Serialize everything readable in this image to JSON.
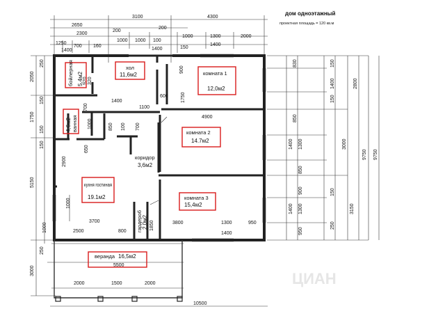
{
  "header": {
    "title": "дом одноэтажный",
    "subtitle": "проектная площадь = 120 кв.м"
  },
  "rooms": {
    "boiler": {
      "name": "бойлерная",
      "area": "5,4м2"
    },
    "bath": {
      "name": "ванная",
      "area": "4,6м2"
    },
    "hall": {
      "name": "хол",
      "area": "11,6м2"
    },
    "room1": {
      "name": "комната 1",
      "area": "12,0м2"
    },
    "room2": {
      "name": "комната 2",
      "area": "14.7м2"
    },
    "room3": {
      "name": "комната 3",
      "area": "15,4м2"
    },
    "corridor": {
      "name": "коридор",
      "area": "3,6м2"
    },
    "kitchen": {
      "name": "кухня гостиная",
      "area": "19.1м2"
    },
    "wardrobe": {
      "name": "гардероб",
      "area": "2,0м2"
    },
    "veranda": {
      "name": "веранда",
      "area": "16,5м2"
    }
  },
  "dims_top": [
    "2650",
    "3100",
    "4300",
    "2300",
    "200",
    "200",
    "1250",
    "700",
    "160",
    "1000",
    "1000",
    "1400",
    "100",
    "1000",
    "1300",
    "2000",
    "1400",
    "150",
    "1400",
    "1400"
  ],
  "dims_inner": [
    "920",
    "320",
    "900",
    "1750",
    "600",
    "1400",
    "1100",
    "4900",
    "700",
    "1000",
    "850",
    "100",
    "700",
    "650",
    "2900",
    "1000",
    "3700",
    "2500",
    "800",
    "1850",
    "3800",
    "1300",
    "950",
    "1400",
    "1000"
  ],
  "dims_left": [
    "250",
    "2050",
    "150",
    "1750",
    "150",
    "150",
    "5150",
    "250",
    "3000"
  ],
  "dims_right": [
    "830",
    "150",
    "1400",
    "2800",
    "150",
    "850",
    "1300",
    "1400",
    "3000",
    "850",
    "900",
    "150",
    "1400",
    "1300",
    "3150",
    "250",
    "950",
    "9750",
    "9750"
  ],
  "dims_veranda": [
    "5500",
    "2000",
    "1500",
    "2000",
    "10500"
  ],
  "watermark": "ЦИАН"
}
